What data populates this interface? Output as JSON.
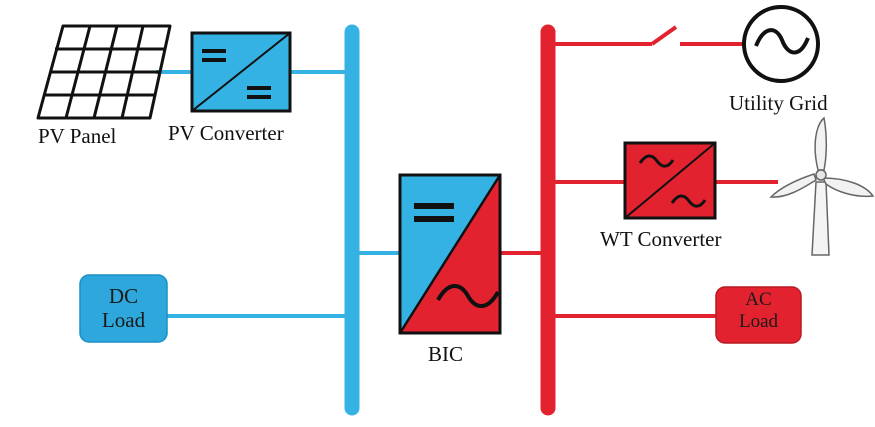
{
  "labels": {
    "pv_panel": "PV Panel",
    "pv_converter": "PV Converter",
    "utility_grid": "Utility Grid",
    "wt_converter": "WT Converter",
    "bic": "BIC",
    "dc_load_line1": "DC",
    "dc_load_line2": "Load",
    "ac_load_line1": "AC",
    "ac_load_line2": "Load"
  },
  "colors": {
    "dc_bus": "#34b2e4",
    "ac_bus": "#e3222f",
    "outline": "#111111",
    "dc_load_fill": "#2ea7dd",
    "ac_load_fill": "#e3222f"
  },
  "icons": {
    "pv_panel": "solar-panel-icon",
    "utility_grid": "ac-source-icon",
    "wind_turbine": "wind-turbine-icon",
    "switch": "open-switch-icon"
  }
}
